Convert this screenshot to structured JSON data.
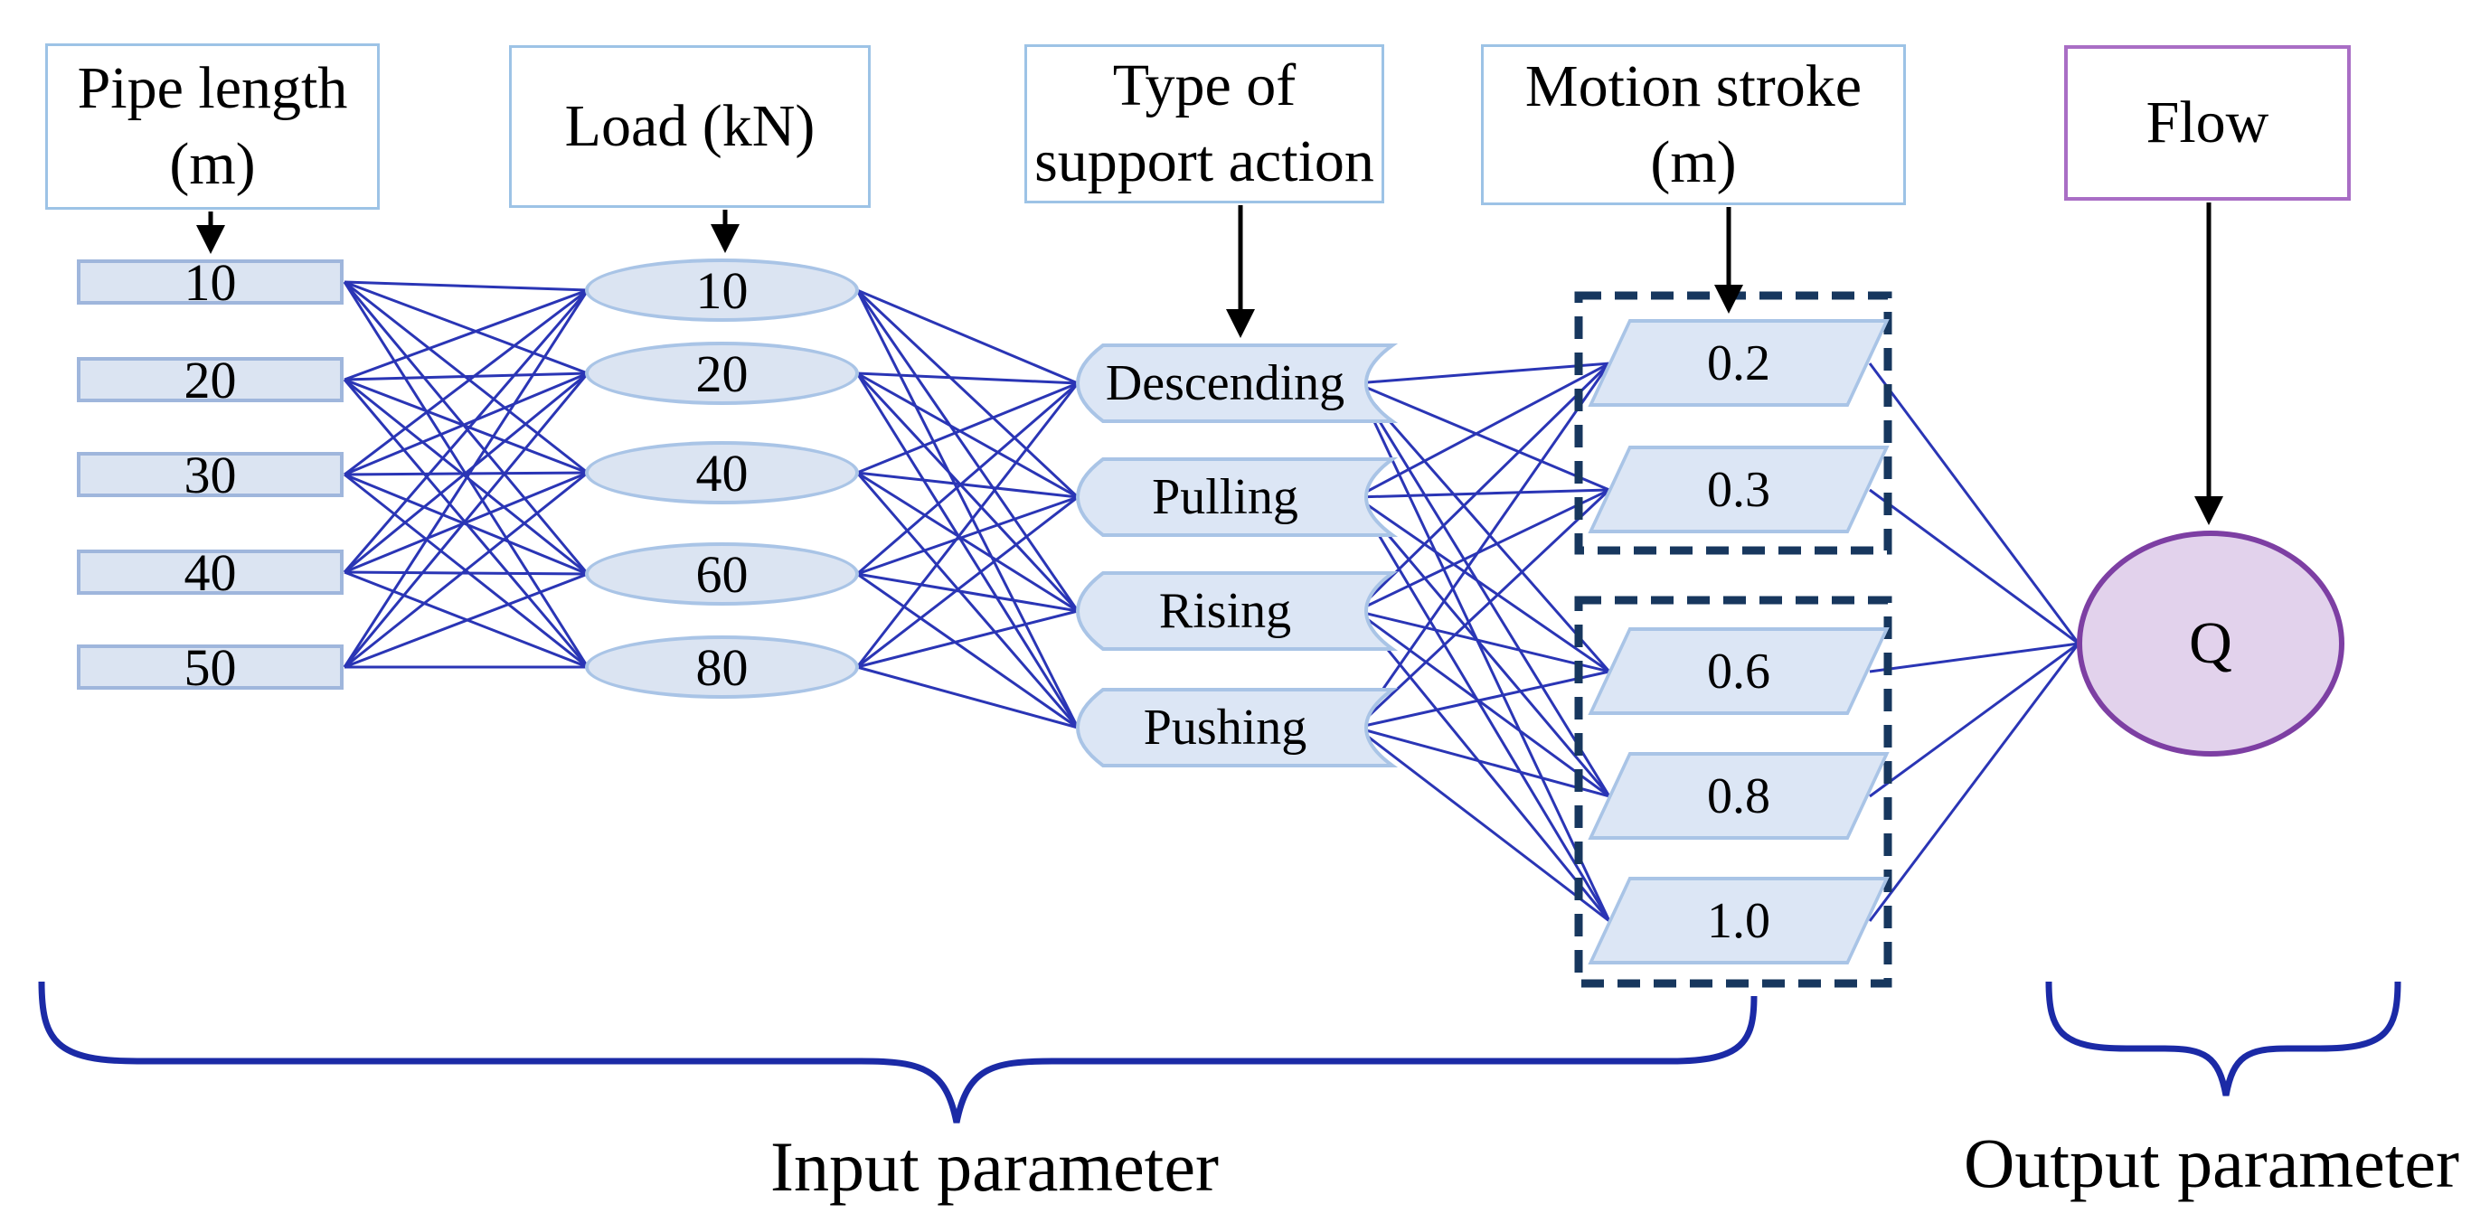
{
  "columns": {
    "pipe_length": {
      "header_line1": "Pipe length",
      "header_line2": "(m)",
      "values": [
        "10",
        "20",
        "30",
        "40",
        "50"
      ]
    },
    "load": {
      "header": "Load (kN)",
      "values": [
        "10",
        "20",
        "40",
        "60",
        "80"
      ]
    },
    "support_action": {
      "header_line1": "Type of",
      "header_line2": "support action",
      "values": [
        "Descending",
        "Pulling",
        "Rising",
        "Pushing"
      ]
    },
    "motion_stroke": {
      "header_line1": "Motion stroke",
      "header_line2": "(m)",
      "groups": [
        [
          "0.2",
          "0.3"
        ],
        [
          "0.6",
          "0.8",
          "1.0"
        ]
      ]
    },
    "flow": {
      "header": "Flow",
      "value": "Q"
    }
  },
  "captions": {
    "input": "Input parameter",
    "output": "Output parameter"
  },
  "colors": {
    "node_fill": "#dbe4f2",
    "shape_fill": "#dce6f5",
    "node_border": "#9fb6dc",
    "ellipse_border": "#a9c4e6",
    "header_border": "#9dc3e6",
    "flow_header_border": "#a96ec5",
    "q_fill": "#e2d2ec",
    "q_border": "#7d3fa3",
    "connection_line": "#2a35b5",
    "dashed_box": "#17375e",
    "brace": "#1b2aa6",
    "arrow": "#000000"
  }
}
